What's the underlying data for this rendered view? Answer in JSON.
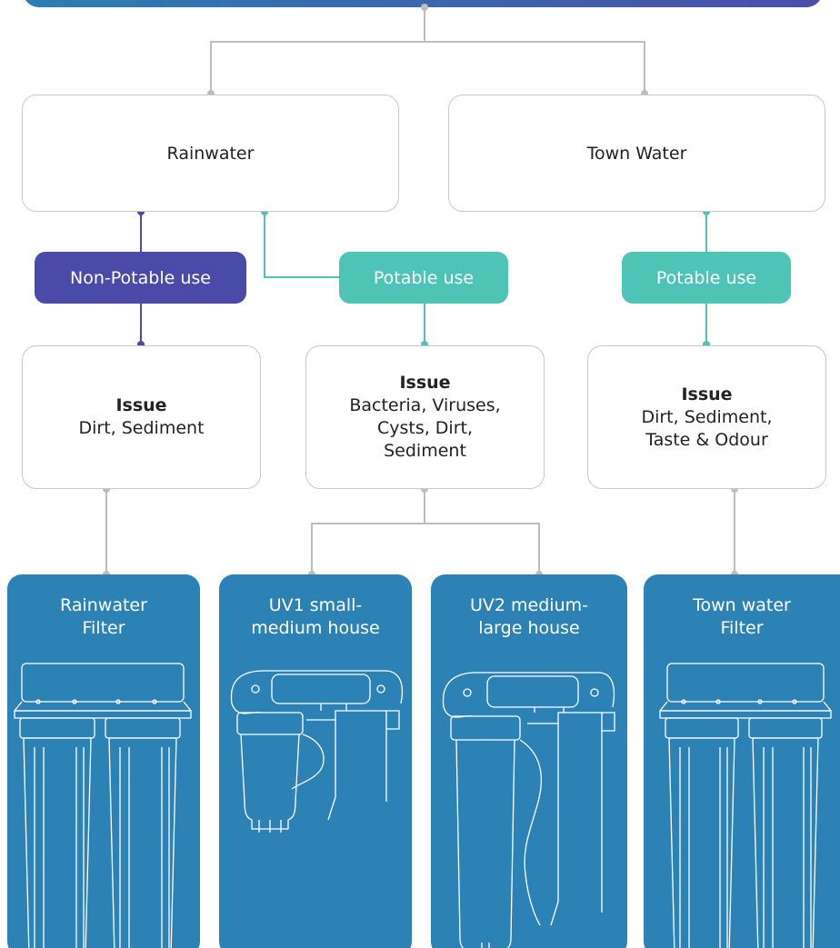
{
  "sources": {
    "rainwater": "Rainwater",
    "town_water": "Town Water"
  },
  "uses": {
    "non_potable": "Non-Potable use",
    "potable_rain": "Potable use",
    "potable_town": "Potable use"
  },
  "issues": {
    "title": "Issue",
    "non_potable": [
      "Dirt, Sediment"
    ],
    "potable_rain": [
      "Bacteria, Viruses,",
      "Cysts, Dirt,",
      "Sediment"
    ],
    "town": [
      "Dirt, Sediment,",
      "Taste & Odour"
    ]
  },
  "products": [
    {
      "line1": "Rainwater",
      "line2": "Filter",
      "icon": "twin-cartridge-filter"
    },
    {
      "line1": "UV1 small-",
      "line2": "medium house",
      "icon": "uv-filter-system-small"
    },
    {
      "line1": "UV2 medium-",
      "line2": "large house",
      "icon": "uv-filter-system-large"
    },
    {
      "line1": "Town water",
      "line2": "Filter",
      "icon": "twin-cartridge-filter"
    }
  ],
  "colors": {
    "header_gradient_start": "#2c7eb3",
    "header_gradient_end": "#4a4faa",
    "non_potable": "#4a4aa8",
    "potable": "#4dc4b6",
    "product_card": "#2d82b5",
    "connector": "#bdbdbd"
  }
}
